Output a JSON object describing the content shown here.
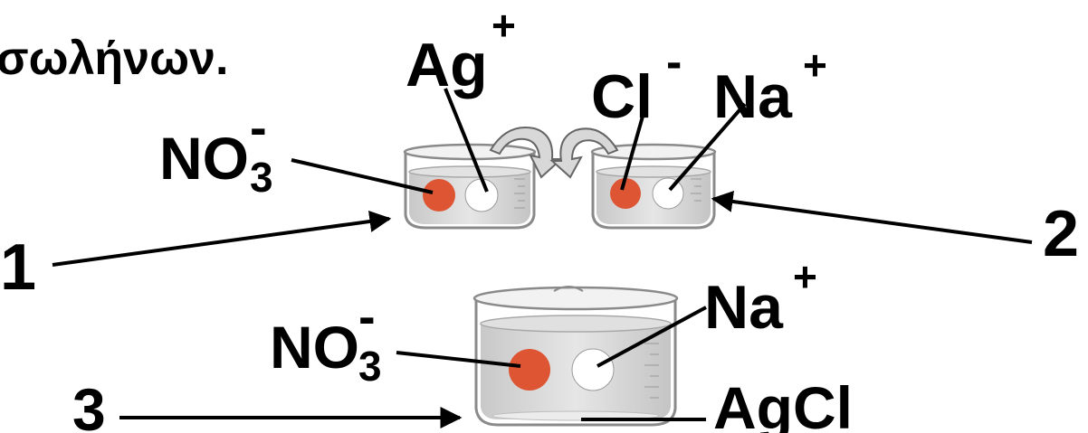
{
  "heading": {
    "text": "σωλήνων."
  },
  "ions": {
    "silver": {
      "symbol": "Ag",
      "charge": "+"
    },
    "chloride": {
      "symbol": "Cl",
      "charge": "-"
    },
    "sodium_top": {
      "symbol": "Na",
      "charge": "+"
    },
    "nitrate_top": {
      "symbol": "NO",
      "subscript": "3",
      "charge": "-"
    },
    "sodium_bottom": {
      "symbol": "Na",
      "charge": "+"
    },
    "nitrate_bottom": {
      "symbol": "NO",
      "subscript": "3",
      "charge": "-"
    },
    "precipitate": {
      "symbol": "AgCl"
    }
  },
  "markers": {
    "one": "1",
    "two": "2",
    "three": "3"
  },
  "colors": {
    "anion": "#dd5533",
    "cation": "#ffffff",
    "water": "#d6d6d6",
    "glass": "#8a8a8a",
    "ink": "#000000"
  }
}
